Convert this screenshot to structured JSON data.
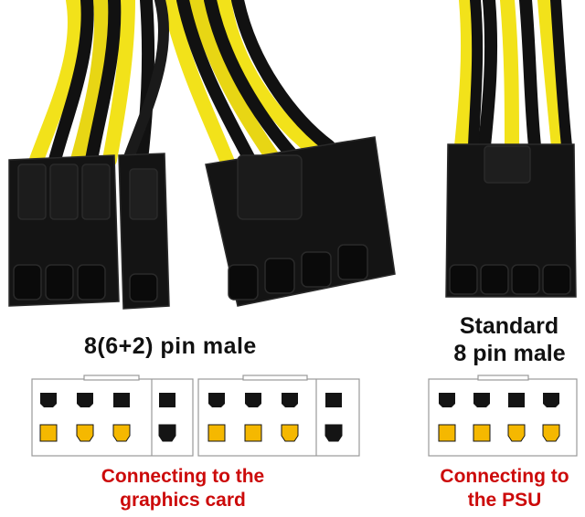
{
  "labels": {
    "pcie_connector": "8(6+2) pin male",
    "psu_line1": "Standard",
    "psu_line2": "8 pin male",
    "gpu_caption_line1": "Connecting to the",
    "gpu_caption_line2": "graphics card",
    "psu_caption_line1": "Connecting to",
    "psu_caption_line2": "the PSU"
  },
  "colors": {
    "wire_yellow": "#f2e21a",
    "connector_black": "#141414",
    "pin_yellow": "#f5b800",
    "caption_red": "#cc0a0a"
  }
}
